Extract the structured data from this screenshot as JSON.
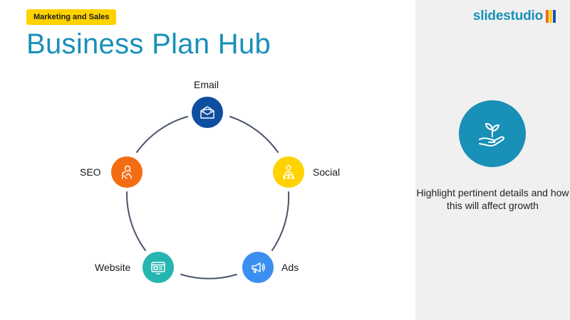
{
  "tag": "Marketing and Sales",
  "title": "Business Plan Hub",
  "brand": "slidestudio",
  "side_text": "Highlight pertinent details and how this will affect growth",
  "nodes": [
    {
      "label": "Email",
      "icon": "envelope-icon",
      "color": "#0D4EA0"
    },
    {
      "label": "Social",
      "icon": "people-network-icon",
      "color": "#FFD200"
    },
    {
      "label": "Ads",
      "icon": "megaphone-icon",
      "color": "#3B8FF0"
    },
    {
      "label": "Website",
      "icon": "browser-window-icon",
      "color": "#26B5B0"
    },
    {
      "label": "SEO",
      "icon": "search-person-icon",
      "color": "#F36C12"
    }
  ],
  "side_icon": "plant-in-hand-icon",
  "colors": {
    "title": "#1890B8",
    "tag_bg": "#FFD200",
    "side_bg": "#F0F0F0",
    "ring": "#4A5568"
  }
}
